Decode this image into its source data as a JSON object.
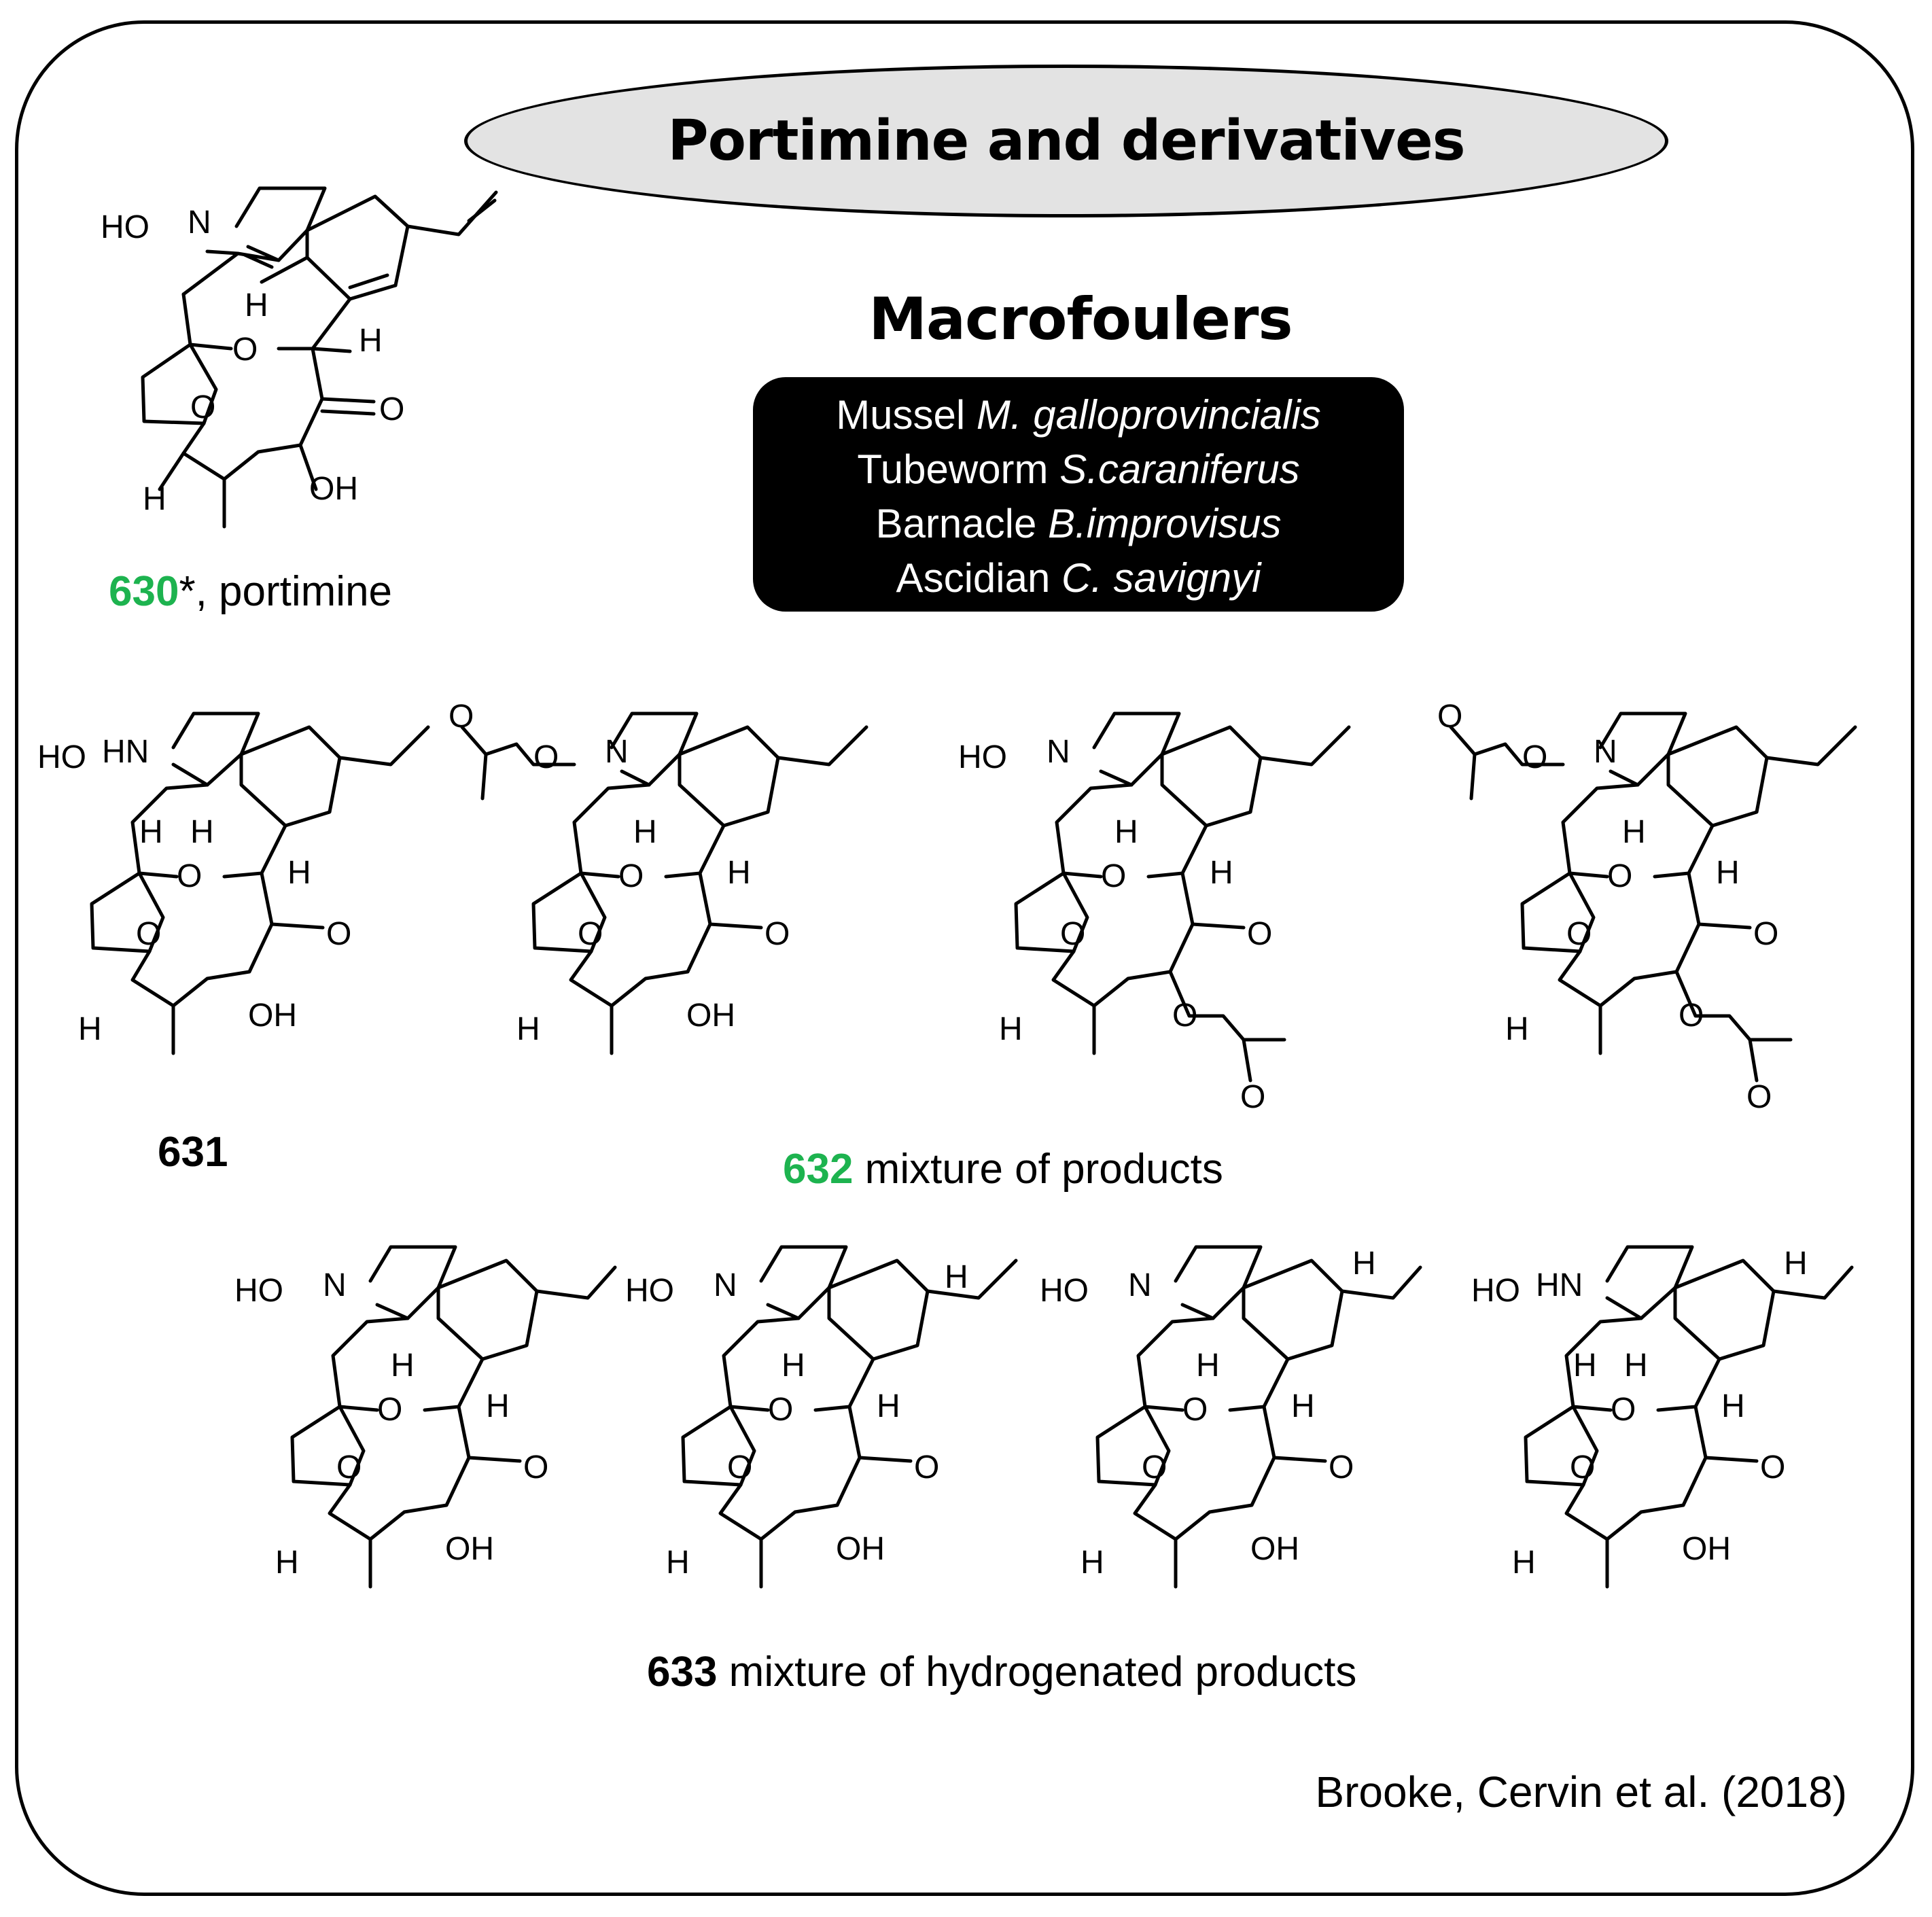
{
  "header": {
    "title": "Portimine and derivatives"
  },
  "macrofoulers": {
    "heading": "Macrofoulers",
    "organisms": [
      {
        "common": "Mussel",
        "species": "M. galloprovincialis"
      },
      {
        "common": "Tubeworm",
        "species": "S.caraniferus"
      },
      {
        "common": "Barnacle",
        "species": "B.improvisus"
      },
      {
        "common": "Ascidian",
        "species": "C. savignyi"
      }
    ]
  },
  "compounds": {
    "c630": {
      "number": "630",
      "suffix": "*, portimine"
    },
    "c631": {
      "number": "631"
    },
    "c632": {
      "number": "632",
      "text": " mixture of products"
    },
    "c633": {
      "number": "633",
      "text": " mixture of hydrogenated products"
    }
  },
  "atom_labels": {
    "ho": "HO",
    "oh": "OH",
    "n": "N",
    "hn": "HN",
    "o": "O",
    "h": "H"
  },
  "citation": "Brooke, Cervin et al. (2018)",
  "colors": {
    "accent_green": "#1db34f",
    "ellipse_fill": "#e3e3e3",
    "box_fill": "#000000"
  }
}
